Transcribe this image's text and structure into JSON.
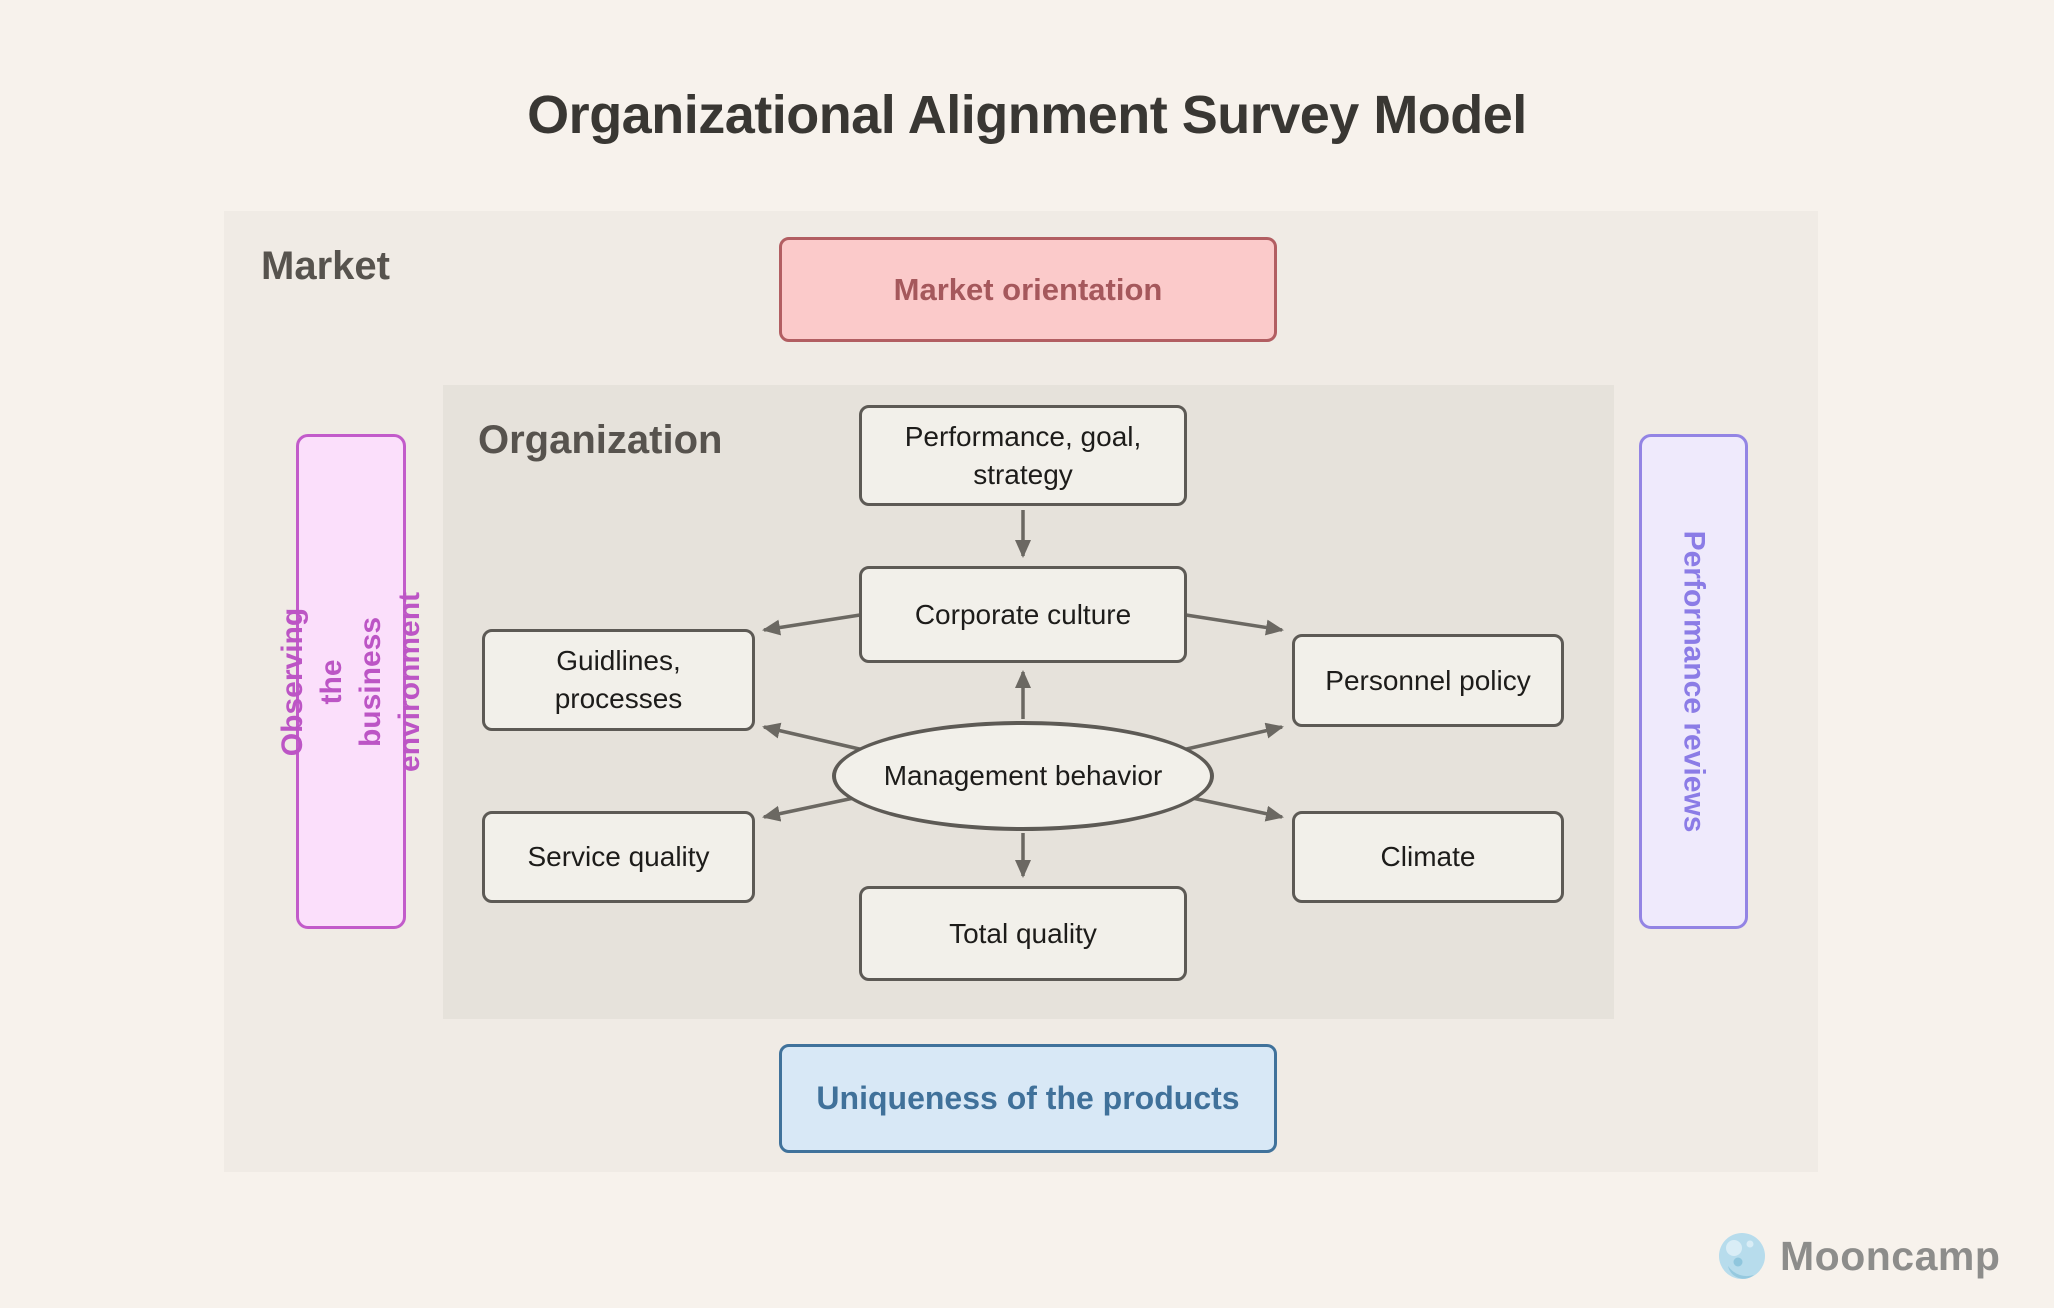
{
  "title": "Organizational Alignment Survey Model",
  "market": {
    "label": "Market",
    "orientation_box": "Market orientation"
  },
  "organization": {
    "label": "Organization",
    "nodes": {
      "performance_goal_strategy": "Performance, goal, strategy",
      "corporate_culture": "Corporate culture",
      "guidlines_processes": "Guidlines, processes",
      "personnel_policy": "Personnel policy",
      "management_behavior": "Management behavior",
      "service_quality": "Service quality",
      "climate": "Climate",
      "total_quality": "Total quality"
    }
  },
  "side_labels": {
    "left": "Observing the business environment",
    "right": "Performance reviews"
  },
  "uniqueness_box": "Uniqueness of the products",
  "branding": {
    "icon": "moon-icon",
    "name": "Mooncamp"
  },
  "colors": {
    "page_bg": "#f7f2ec",
    "market_bg": "#f0ebe5",
    "organization_bg": "#e6e2db",
    "node_fill": "#f2f0ea",
    "node_border": "#5d5a55",
    "node_text": "#1d1c1a",
    "arrow": "#6b6862",
    "title_text": "#393733",
    "section_label": "#57534e",
    "market_orientation_fill": "#fbcaca",
    "market_orientation_border": "#b25e62",
    "market_orientation_text": "#a5585c",
    "observing_fill": "#fbdffb",
    "observing_border": "#c25bca",
    "observing_text": "#bc55c5",
    "reviews_fill": "#efeafc",
    "reviews_border": "#9384e4",
    "reviews_text": "#8b7ce6",
    "uniqueness_fill": "#d8e8f6",
    "uniqueness_border": "#40729b",
    "uniqueness_text": "#40719a",
    "logo_text_color": "#8d8d8b",
    "moon_base": "#b7dcec",
    "moon_light": "#d9edf6",
    "moon_dark": "#8fc6dd"
  }
}
